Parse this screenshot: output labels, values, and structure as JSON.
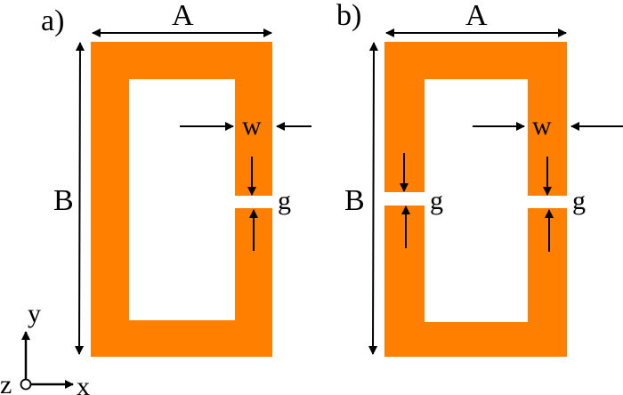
{
  "colors": {
    "ring": "#FF8000",
    "background": "#FFFFFF",
    "ink": "#000000"
  },
  "panel_a": {
    "tag": "a)",
    "width_label": "A",
    "height_label": "B",
    "trace_label": "w",
    "gap_label": "g"
  },
  "panel_b": {
    "tag": "b)",
    "width_label": "A",
    "height_label": "B",
    "trace_label": "w",
    "gap_label_right": "g",
    "gap_label_left": "g"
  },
  "axes": {
    "y_label": "y",
    "x_label": "x",
    "z_label": "z"
  }
}
